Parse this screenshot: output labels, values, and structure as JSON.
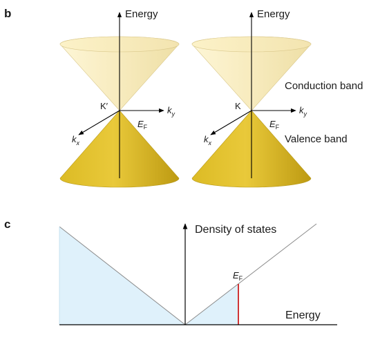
{
  "panel_b": {
    "letter": "b",
    "left_cone": {
      "energy_label": "Energy",
      "point_label": "K′",
      "ky_main": "k",
      "ky_sub": "y",
      "kx_main": "k",
      "kx_sub": "x",
      "ef_main": "E",
      "ef_sub": "F"
    },
    "right_cone": {
      "energy_label": "Energy",
      "point_label": "K",
      "ky_main": "k",
      "ky_sub": "y",
      "kx_main": "k",
      "kx_sub": "x",
      "ef_main": "E",
      "ef_sub": "F"
    },
    "conduction_band_label": "Conduction band",
    "valence_band_label": "Valence band",
    "colors": {
      "conduction_light": "#fbf3cf",
      "conduction_dark": "#ecdca2",
      "valence_light": "#e6c433",
      "valence_dark": "#b2910e",
      "axis": "#000000"
    }
  },
  "panel_c": {
    "letter": "c",
    "y_axis_label": "Density of states",
    "x_axis_label": "Energy",
    "ef_main": "E",
    "ef_sub": "F",
    "colors": {
      "fill": "#dff1fb",
      "line": "#888888",
      "fermi_line": "#cc1f1f"
    }
  }
}
